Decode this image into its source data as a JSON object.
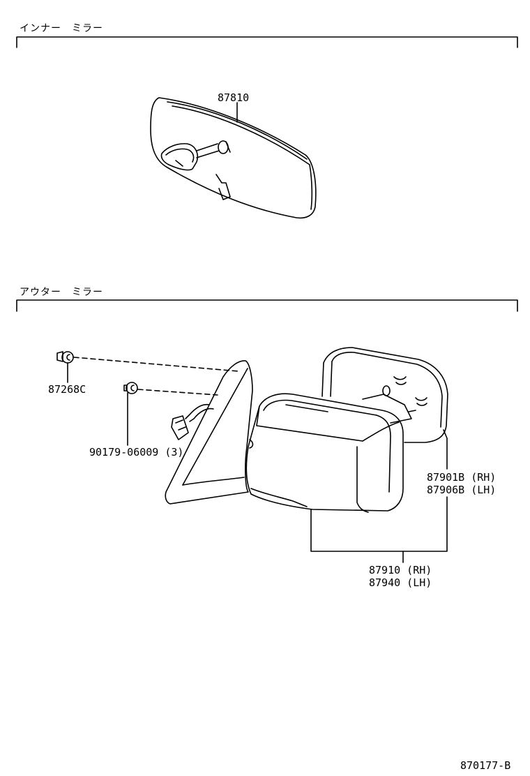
{
  "sections": {
    "inner": {
      "title": "インナー　ミラー"
    },
    "outer": {
      "title": "アウター　ミラー"
    }
  },
  "parts": {
    "inner_mirror": "87810",
    "clip": "87268C",
    "screw": "90179-06009 (3)",
    "glass_rh": "87901B (RH)",
    "glass_lh": "87906B (LH)",
    "assy_rh": "87910 (RH)",
    "assy_lh": "87940 (LH)"
  },
  "footer": {
    "code": "870177-B"
  }
}
